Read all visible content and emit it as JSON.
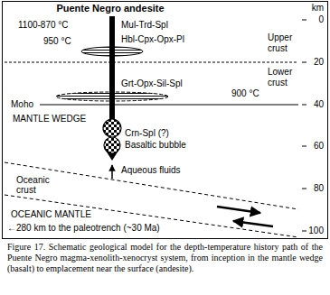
{
  "diagram": {
    "title": "Puente Negro andesite",
    "caption": "Figure 17. Schematic geological model for the depth-temperature history path of the Puente Negro magma-xenolith-xenocryst system, from inception in the mantle wedge (basalt) to emplacement near the surface (andesite).",
    "labels": [
      "km",
      "0",
      "20",
      "40",
      "60",
      "80",
      "100",
      "1100-870 °C",
      "Mul-Trd-Spl",
      "Upper crust",
      "950 °C",
      "Hbl-Cpx-Opx-Pl",
      "Lower crust",
      "Grt-Opx-Sil-Spl",
      "900 °C",
      "Moho",
      "MANTLE WEDGE",
      "Crn-Spl (?)",
      "Basaltic bubble",
      "Aqueous fluids",
      "Oceanic crust",
      "OCEANIC MANTLE",
      "←280 km to the paleotrench (~30 Ma)"
    ]
  }
}
